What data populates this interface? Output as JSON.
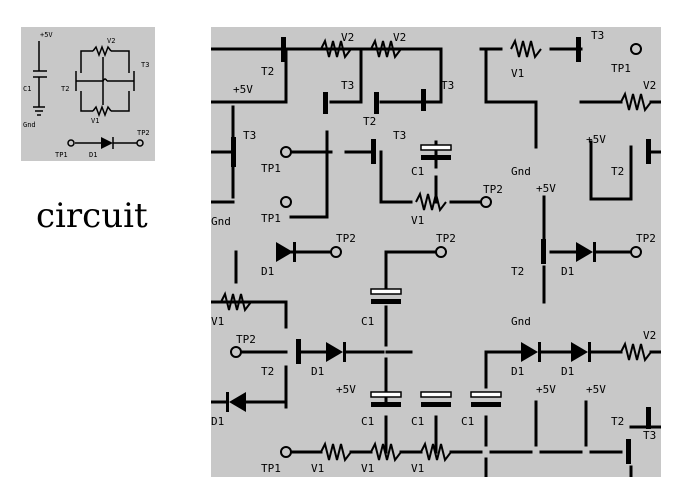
{
  "caption": "circuit",
  "thumbnail": {
    "labels": [
      "+5V",
      "V2",
      "T3",
      "T2",
      "C1",
      "V1",
      "Gnd",
      "TP1",
      "D1",
      "TP2"
    ]
  },
  "main": {
    "tp1": "TP1",
    "tp2": "TP2",
    "t2": "T2",
    "t3": "T3",
    "v1": "V1",
    "v2": "V2",
    "c1": "C1",
    "d1": "D1",
    "gnd": "Gnd",
    "p5v": "+5V"
  },
  "colors": {
    "background": "#c8c8c8",
    "ink": "#000000"
  }
}
